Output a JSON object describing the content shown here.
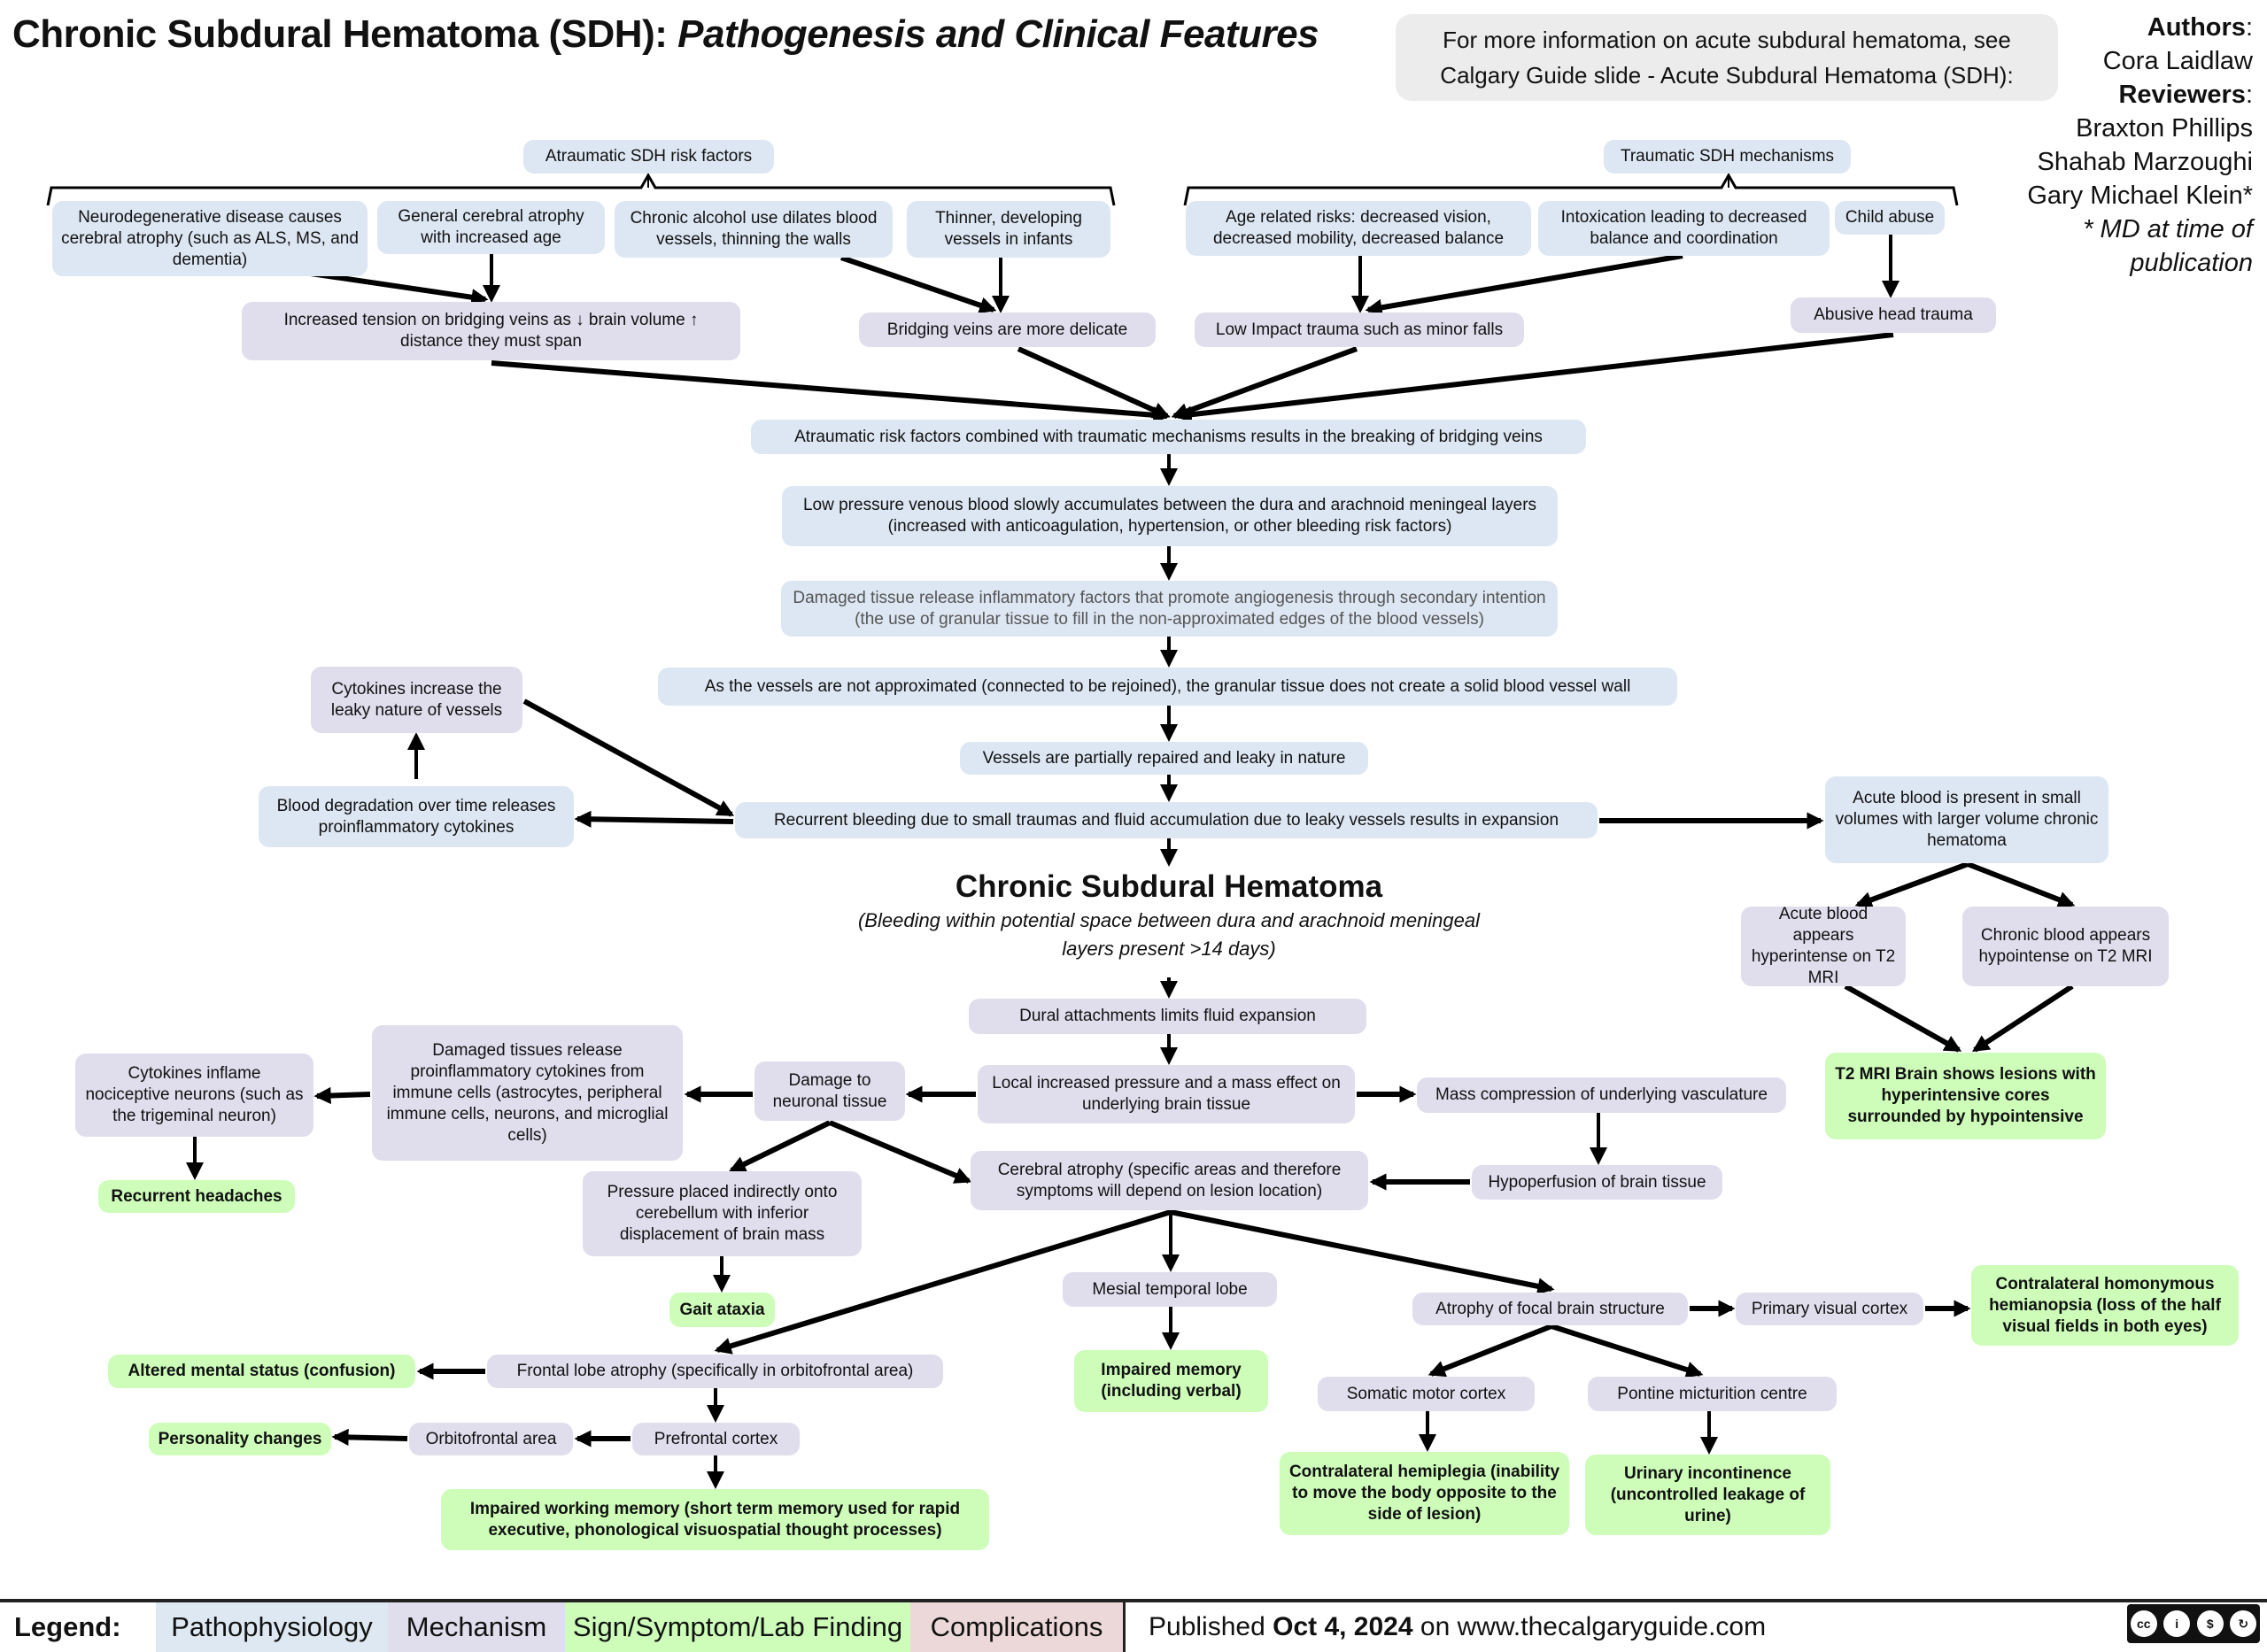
{
  "header": {
    "title_main": "Chronic Subdural Hematoma (SDH):",
    "title_italic": "Pathogenesis and Clinical Features",
    "info_line1": "For more information on acute subdural hematoma, see",
    "info_line2": "Calgary Guide slide -  Acute Subdural Hematoma (SDH):"
  },
  "authors": {
    "authors_label": "Authors",
    "author": "Cora Laidlaw",
    "reviewers_label": "Reviewers",
    "reviewers": [
      "Braxton Phillips",
      "Shahab Marzoughi",
      "Gary Michael Klein*"
    ],
    "note_line1": "* MD at time of",
    "note_line2": "publication"
  },
  "nodes": {
    "atraumatic_header": "Atraumatic SDH risk factors",
    "neurodegenerative": "Neurodegenerative disease causes cerebral atrophy (such as ALS, MS, and dementia)",
    "general_atrophy": "General cerebral atrophy with increased age",
    "chronic_alcohol": "Chronic alcohol use dilates blood vessels, thinning the walls",
    "thinner_vessels": "Thinner, developing vessels in infants",
    "increased_tension": "Increased tension on bridging veins as ↓ brain volume ↑ distance they must span",
    "bridging_delicate": "Bridging veins are more delicate",
    "traumatic_header": "Traumatic SDH mechanisms",
    "age_related": "Age related risks: decreased vision, decreased mobility, decreased balance",
    "intoxication": "Intoxication leading to decreased balance and coordination",
    "child_abuse": "Child abuse",
    "low_impact": "Low Impact trauma such as minor falls",
    "abusive_head": "Abusive head trauma",
    "combined": "Atraumatic risk factors combined with traumatic mechanisms results in the breaking of bridging veins",
    "low_pressure": "Low pressure venous blood slowly accumulates between the dura and arachnoid meningeal layers (increased with anticoagulation, hypertension, or other bleeding risk factors)",
    "damaged_tissue_release": "Damaged tissue release inflammatory factors that promote angiogenesis through secondary intention (the use of granular tissue to fill in the non-approximated edges of the blood vessels)",
    "not_approximated": "As the vessels are not approximated (connected to be rejoined), the granular tissue does not create a solid blood vessel wall",
    "cytokines_leaky": "Cytokines increase the leaky nature of vessels",
    "partially_repaired": "Vessels are partially repaired and leaky in nature",
    "blood_degradation": "Blood degradation over time releases proinflammatory cytokines",
    "recurrent_bleeding": "Recurrent bleeding due to small traumas and fluid accumulation due to leaky vessels results in expansion",
    "acute_blood_present": "Acute blood is present in small volumes with larger volume chronic hematoma",
    "csh_title": "Chronic Subdural Hematoma",
    "csh_subtitle": "(Bleeding within potential space between dura and arachnoid meningeal layers present >14 days)",
    "acute_hyperintense": "Acute blood appears hyperintense on T2 MRI",
    "chronic_hypointense": "Chronic blood appears hypointense on T2 MRI",
    "t2_mri": "T2 MRI Brain shows lesions with hyperintensive cores surrounded by hypointensive",
    "dural_attachments": "Dural attachments limits fluid expansion",
    "local_pressure": "Local increased pressure and a mass effect on underlying brain tissue",
    "mass_compression": "Mass compression of underlying vasculature",
    "damage_neuronal": "Damage to neuronal tissue",
    "damaged_tissues_cytokines": "Damaged tissues release proinflammatory cytokines from immune cells (astrocytes, peripheral immune cells, neurons, and microglial cells)",
    "cytokines_inflame": "Cytokines inflame nociceptive neurons (such as the trigeminal neuron)",
    "recurrent_headaches": "Recurrent headaches",
    "pressure_cerebellum": "Pressure placed indirectly onto cerebellum with inferior displacement of brain mass",
    "cerebral_atrophy": "Cerebral atrophy (specific areas and therefore symptoms will depend on lesion location)",
    "hypoperfusion": "Hypoperfusion of brain tissue",
    "gait_ataxia": "Gait ataxia",
    "mesial_temporal": "Mesial temporal lobe",
    "impaired_memory": "Impaired memory (including verbal)",
    "atrophy_focal": "Atrophy of focal brain structure",
    "primary_visual": "Primary visual cortex",
    "hemianopsia": "Contralateral homonymous hemianopsia (loss of the half visual fields in both eyes)",
    "frontal_lobe": "Frontal lobe atrophy (specifically in orbitofrontal area)",
    "altered_mental": "Altered mental status (confusion)",
    "personality": "Personality changes",
    "orbitofrontal": "Orbitofrontal area",
    "prefrontal": "Prefrontal cortex",
    "impaired_working": "Impaired working memory (short term memory used for rapid executive, phonological  visuospatial thought processes)",
    "somatic_motor": "Somatic motor cortex",
    "pontine": "Pontine micturition centre",
    "hemiplegia": "Contralateral hemiplegia (inability to move the body opposite to the side of lesion)",
    "urinary": "Urinary incontinence (uncontrolled leakage of urine)"
  },
  "legend": {
    "label": "Legend:",
    "items": [
      {
        "label": "Pathophysiology",
        "color": "#dde8f3"
      },
      {
        "label": "Mechanism",
        "color": "#e0dded"
      },
      {
        "label": "Sign/Symptom/Lab Finding",
        "color": "#cdfdb9"
      },
      {
        "label": "Complications",
        "color": "#ecd8d8"
      }
    ],
    "published_prefix": "Published",
    "published_date": "Oct 4, 2024",
    "published_suffix": "on www.thecalgaryguide.com",
    "license": {
      "icons": [
        "cc-icon",
        "by-icon",
        "nc-icon",
        "sa-icon"
      ],
      "labels": [
        "BY",
        "NC",
        "SA"
      ]
    }
  }
}
